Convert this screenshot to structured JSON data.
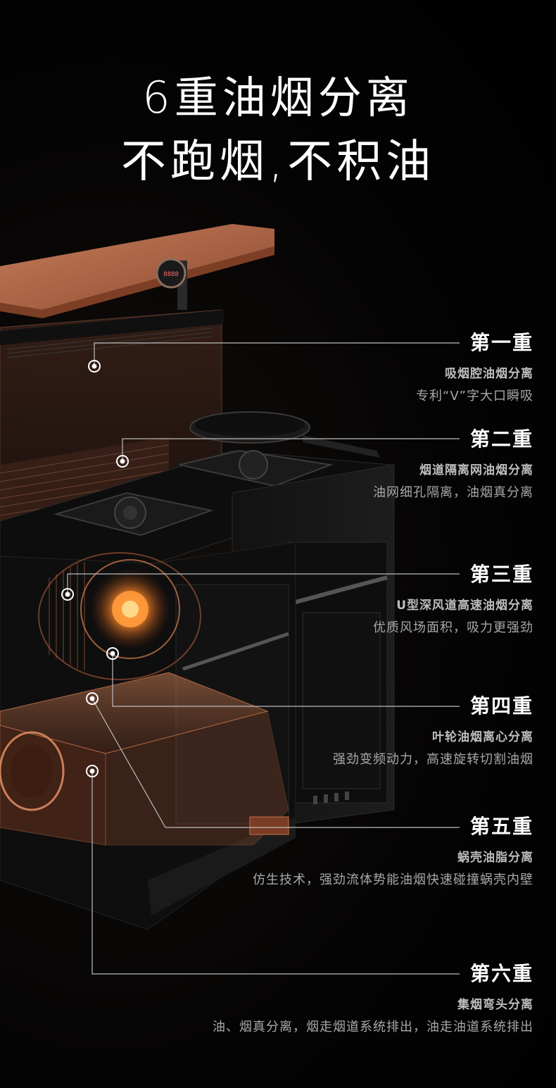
{
  "headline": {
    "line1": "6重油烟分离",
    "line2": "不跑烟,不积油"
  },
  "appliance": {
    "display_digits": "8888"
  },
  "stages": [
    {
      "title": "第一重",
      "subtitle": "吸烟腔油烟分离",
      "description": "专利“V”字大口瞬吸"
    },
    {
      "title": "第二重",
      "subtitle": "烟道隔离网油烟分离",
      "description": "油网细孔隔离，油烟真分离"
    },
    {
      "title": "第三重",
      "subtitle": "U型深风道高速油烟分离",
      "description": "优质风场面积，吸力更强劲"
    },
    {
      "title": "第四重",
      "subtitle": "叶轮油烟离心分离",
      "description": "强劲变频动力，高速旋转切割油烟"
    },
    {
      "title": "第五重",
      "subtitle": "蜗壳油脂分离",
      "description": "仿生技术，强劲流体势能油烟快速碰撞蜗壳内壁"
    },
    {
      "title": "第六重",
      "subtitle": "集烟弯头分离",
      "description": "油、烟真分离，烟走烟道系统排出，油走油道系统排出"
    }
  ],
  "colors": {
    "background": "#000000",
    "copper": "#c0704a",
    "glow": "#ff8a2a",
    "callout_line": "#bdbdbd"
  }
}
